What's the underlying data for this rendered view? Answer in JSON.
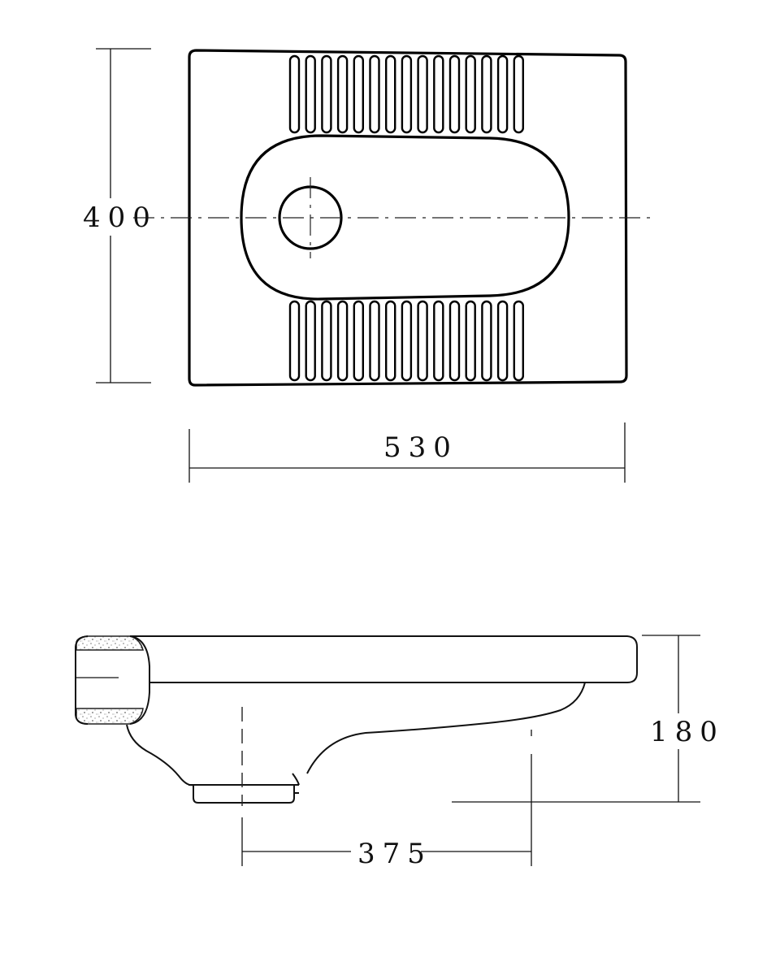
{
  "dimensions": {
    "height": "400",
    "width": "530",
    "depth": "180",
    "outlet_distance": "375"
  }
}
